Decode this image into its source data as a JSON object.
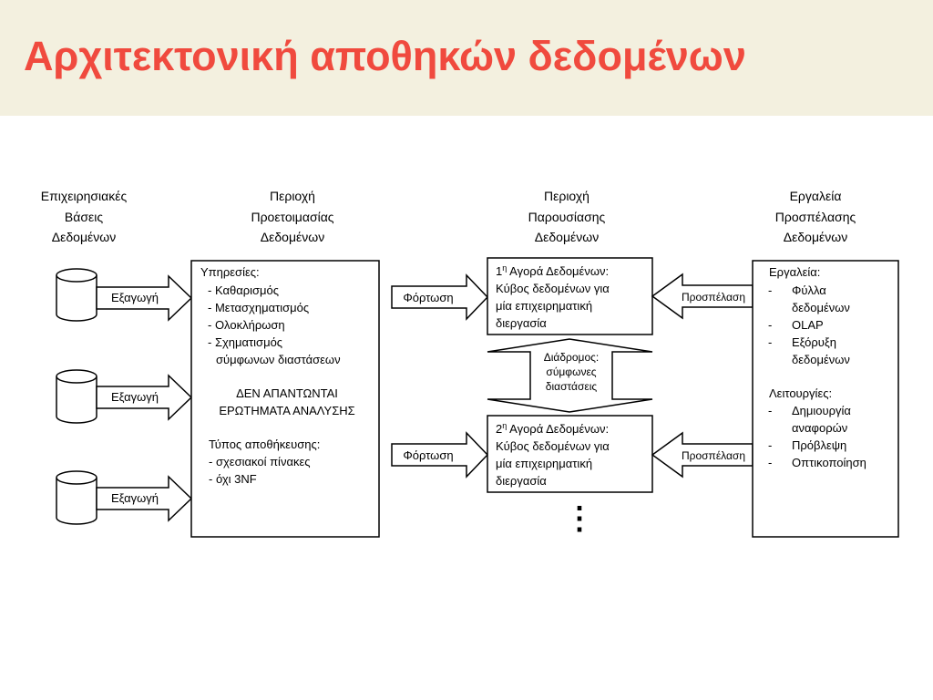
{
  "slide": {
    "title": "Αρχιτεκτονική αποθηκών δεδομένων"
  },
  "diagram": {
    "sources": {
      "heading": [
        "Επιχειρησιακές",
        "Βάσεις",
        "Δεδομένων"
      ],
      "extract_label": "Εξαγωγή",
      "database_icon": "database-cylinder-icon"
    },
    "staging": {
      "heading": [
        "Περιοχή",
        "Προετοιμασίας",
        "Δεδομένων"
      ],
      "lines": [
        "Υπηρεσίες:",
        "- Καθαρισμός",
        "- Μετασχηματισμός",
        "- Ολοκλήρωση",
        "- Σχηματισμός",
        "σύμφωνων διαστάσεων",
        "ΔΕΝ ΑΠΑΝΤΩΝΤΑΙ",
        "ΕΡΩΤΗΜΑΤΑ ΑΝΑΛΥΣΗΣ",
        "Τύπος αποθήκευσης:",
        "- σχεσιακοί πίνακες",
        "- όχι 3NF"
      ]
    },
    "load_label": "Φόρτωση",
    "presentation": {
      "heading": [
        "Περιοχή",
        "Παρουσίασης",
        "Δεδομένων"
      ],
      "marts": [
        {
          "number": "1",
          "superscript": "η",
          "title": " Αγορά Δεδομένων:",
          "lines": [
            "Κύβος δεδομένων για",
            "μία επιχειρηματική",
            "διεργασία"
          ]
        },
        {
          "number": "2",
          "superscript": "η",
          "title": " Αγορά Δεδομένων:",
          "lines": [
            "Κύβος δεδομένων για",
            "μία επιχειρηματική",
            "διεργασία"
          ]
        }
      ],
      "bus": [
        "Διάδρομος:",
        "σύμφωνες",
        "διαστάσεις"
      ],
      "continuation": "⋮"
    },
    "access_label": "Προσπέλαση",
    "access_tools": {
      "heading": [
        "Εργαλεία",
        "Προσπέλασης",
        "Δεδομένων"
      ],
      "tools_title": "Εργαλεία:",
      "tools": [
        [
          "Φύλλα",
          "δεδομένων"
        ],
        [
          "OLAP"
        ],
        [
          "Εξόρυξη",
          "δεδομένων"
        ]
      ],
      "functions_title": "Λειτουργίες:",
      "functions": [
        [
          "Δημιουργία",
          "αναφορών"
        ],
        [
          "Πρόβλεψη"
        ],
        [
          "Οπτικοποίηση"
        ]
      ]
    }
  }
}
